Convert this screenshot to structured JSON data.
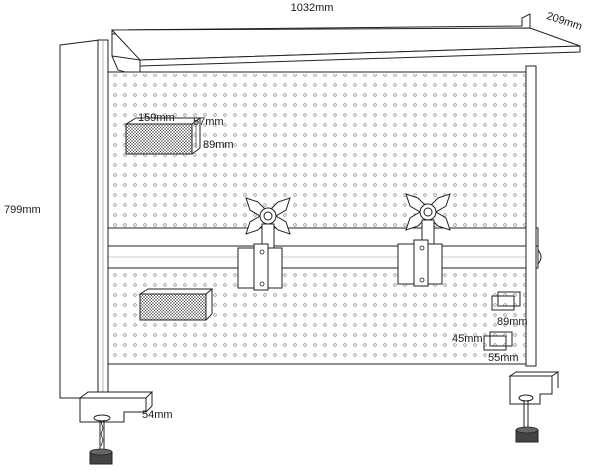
{
  "dimensions": {
    "width_label": "1032mm",
    "shelf_depth_label": "209mm",
    "height_label": "799mm",
    "clamp_label": "54mm",
    "upper_basket_length": "159mm",
    "upper_basket_height": "57mm",
    "upper_basket_depth": "89mm",
    "hook_width": "89mm",
    "hook_height": "45mm",
    "hook_depth": "55mm"
  },
  "colors": {
    "line": "#222222",
    "hole": "#777777",
    "mesh": "#444444",
    "panel": "#ffffff"
  },
  "icons": {
    "monitor_mount": "vesa-bracket-icon",
    "clamp": "desk-clamp-icon",
    "hook": "bracket-hook-icon"
  }
}
